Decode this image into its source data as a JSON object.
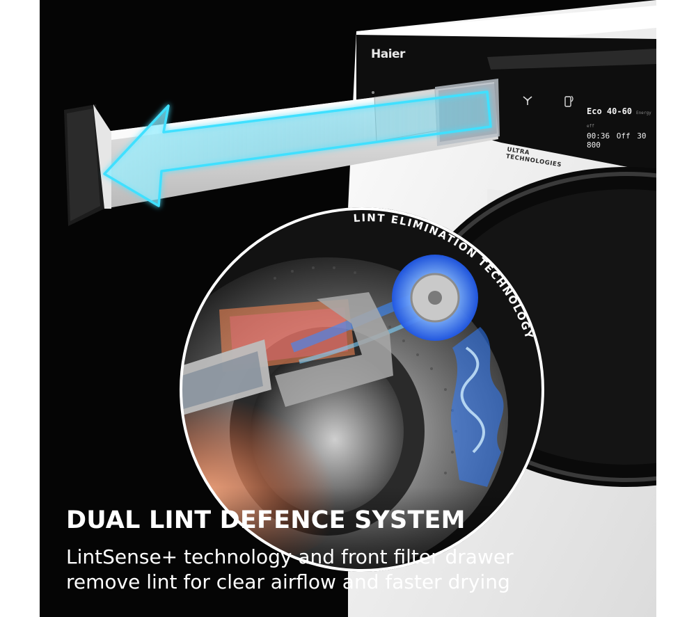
{
  "product": {
    "brand": "Haier",
    "display": {
      "program": "Eco 40-60",
      "energy_label": "Energy eff",
      "time": "00:36",
      "option": "Off",
      "temperature": "30",
      "spin": "800"
    },
    "badge": "ULTRA TECHNOLOGIES"
  },
  "illustration": {
    "arc_label": "LINT ELIMINATION TECHNOLOGY"
  },
  "caption": {
    "headline": "DUAL LINT DEFENCE SYSTEM",
    "body_line_1": "LintSense+ technology and front filter drawer",
    "body_line_2": "remove lint for clear airflow and faster drying"
  },
  "colors": {
    "background": "#050505",
    "frame": "#ffffff",
    "arrow_glow": "#35d6f5",
    "airflow_blue": "#2f7bff",
    "heat_orange": "#ff7a3c"
  }
}
